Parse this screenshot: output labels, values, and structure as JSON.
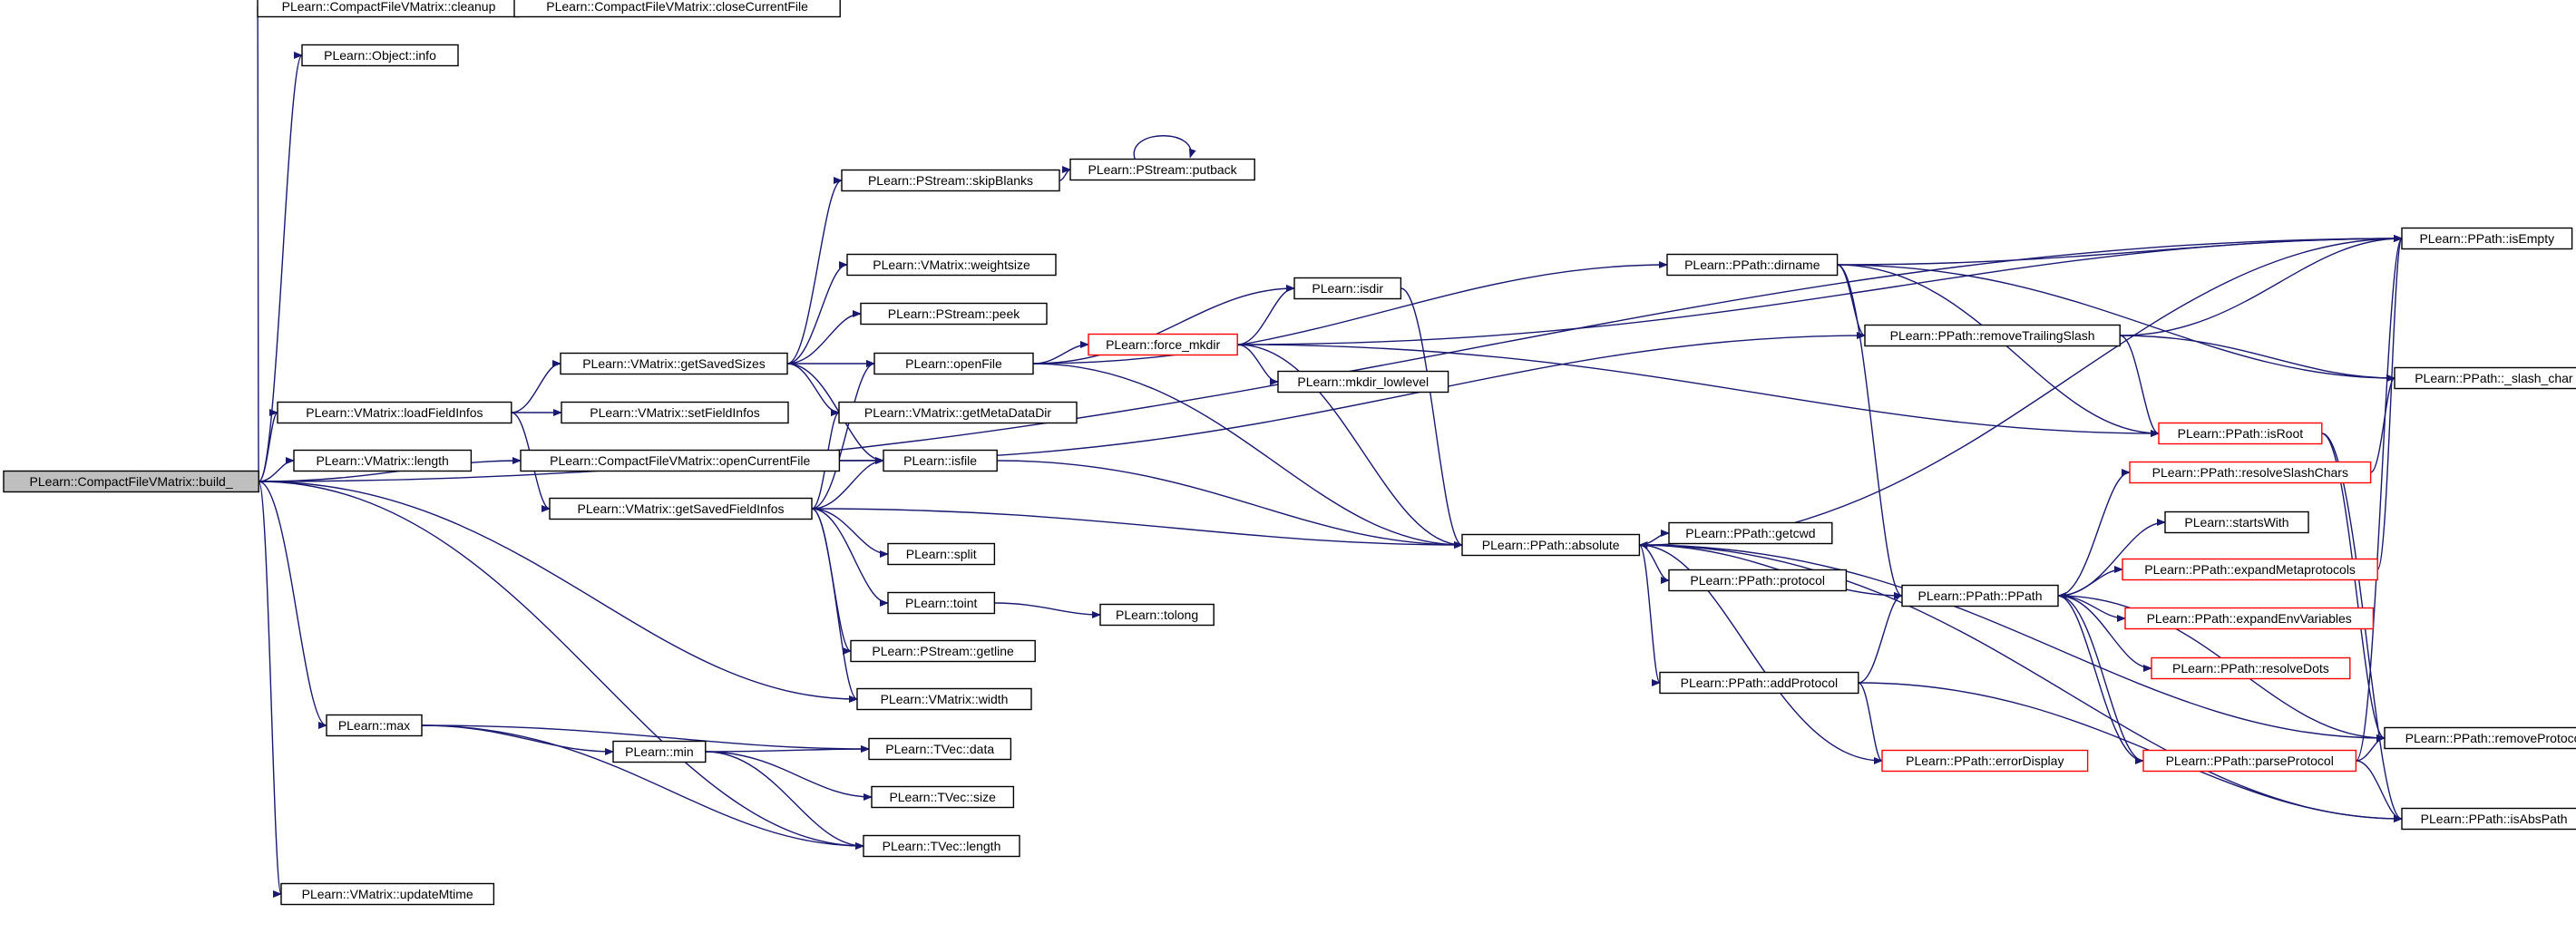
{
  "diagram": {
    "edge_color": "#191970",
    "highlight_color": "#ff0000",
    "root_fill": "#bfbfbf",
    "nodes": [
      {
        "id": "build",
        "label": "PLearn::CompactFileVMatrix::build_",
        "style": "root"
      },
      {
        "id": "cleanup",
        "label": "PLearn::CompactFileVMatrix::cleanup",
        "style": "normal"
      },
      {
        "id": "closecf",
        "label": "PLearn::CompactFileVMatrix::closeCurrentFile",
        "style": "normal"
      },
      {
        "id": "info",
        "label": "PLearn::Object::info",
        "style": "normal"
      },
      {
        "id": "skipblanks",
        "label": "PLearn::PStream::skipBlanks",
        "style": "normal"
      },
      {
        "id": "putback",
        "label": "PLearn::PStream::putback",
        "style": "normal"
      },
      {
        "id": "weightsize",
        "label": "PLearn::VMatrix::weightsize",
        "style": "normal"
      },
      {
        "id": "peek",
        "label": "PLearn::PStream::peek",
        "style": "normal"
      },
      {
        "id": "getsavedsizes",
        "label": "PLearn::VMatrix::getSavedSizes",
        "style": "normal"
      },
      {
        "id": "openfile",
        "label": "PLearn::openFile",
        "style": "normal"
      },
      {
        "id": "loadfieldinfos",
        "label": "PLearn::VMatrix::loadFieldInfos",
        "style": "normal"
      },
      {
        "id": "setfieldinfos",
        "label": "PLearn::VMatrix::setFieldInfos",
        "style": "normal"
      },
      {
        "id": "getmetadatadir",
        "label": "PLearn::VMatrix::getMetaDataDir",
        "style": "normal"
      },
      {
        "id": "length",
        "label": "PLearn::VMatrix::length",
        "style": "normal"
      },
      {
        "id": "opencf",
        "label": "PLearn::CompactFileVMatrix::openCurrentFile",
        "style": "normal"
      },
      {
        "id": "isfile",
        "label": "PLearn::isfile",
        "style": "normal"
      },
      {
        "id": "getsavedfieldinfos",
        "label": "PLearn::VMatrix::getSavedFieldInfos",
        "style": "normal"
      },
      {
        "id": "split",
        "label": "PLearn::split",
        "style": "normal"
      },
      {
        "id": "toint",
        "label": "PLearn::toint",
        "style": "normal"
      },
      {
        "id": "tolong",
        "label": "PLearn::tolong",
        "style": "normal"
      },
      {
        "id": "getline",
        "label": "PLearn::PStream::getline",
        "style": "normal"
      },
      {
        "id": "width",
        "label": "PLearn::VMatrix::width",
        "style": "normal"
      },
      {
        "id": "max",
        "label": "PLearn::max",
        "style": "normal"
      },
      {
        "id": "min",
        "label": "PLearn::min",
        "style": "normal"
      },
      {
        "id": "tvecdata",
        "label": "PLearn::TVec::data",
        "style": "normal"
      },
      {
        "id": "tvecsize",
        "label": "PLearn::TVec::size",
        "style": "normal"
      },
      {
        "id": "tveclength",
        "label": "PLearn::TVec::length",
        "style": "normal"
      },
      {
        "id": "updatemtime",
        "label": "PLearn::VMatrix::updateMtime",
        "style": "normal"
      },
      {
        "id": "isdir",
        "label": "PLearn::isdir",
        "style": "normal"
      },
      {
        "id": "forcemkdir",
        "label": "PLearn::force_mkdir",
        "style": "highlighted"
      },
      {
        "id": "mkdirlowlevel",
        "label": "PLearn::mkdir_lowlevel",
        "style": "normal"
      },
      {
        "id": "absolute",
        "label": "PLearn::PPath::absolute",
        "style": "normal"
      },
      {
        "id": "getcwd",
        "label": "PLearn::PPath::getcwd",
        "style": "normal"
      },
      {
        "id": "protocol",
        "label": "PLearn::PPath::protocol",
        "style": "normal"
      },
      {
        "id": "addprotocol",
        "label": "PLearn::PPath::addProtocol",
        "style": "normal"
      },
      {
        "id": "errordisplay",
        "label": "PLearn::PPath::errorDisplay",
        "style": "highlighted"
      },
      {
        "id": "dirname",
        "label": "PLearn::PPath::dirname",
        "style": "normal"
      },
      {
        "id": "removetrailingslash",
        "label": "PLearn::PPath::removeTrailingSlash",
        "style": "normal"
      },
      {
        "id": "ppath",
        "label": "PLearn::PPath::PPath",
        "style": "normal"
      },
      {
        "id": "isroot",
        "label": "PLearn::PPath::isRoot",
        "style": "highlighted"
      },
      {
        "id": "resolveslashchars",
        "label": "PLearn::PPath::resolveSlashChars",
        "style": "highlighted"
      },
      {
        "id": "startswith",
        "label": "PLearn::startsWith",
        "style": "normal"
      },
      {
        "id": "expandmetaprotocols",
        "label": "PLearn::PPath::expandMetaprotocols",
        "style": "highlighted"
      },
      {
        "id": "expandenvvariables",
        "label": "PLearn::PPath::expandEnvVariables",
        "style": "highlighted"
      },
      {
        "id": "resolvedots",
        "label": "PLearn::PPath::resolveDots",
        "style": "highlighted"
      },
      {
        "id": "parseprotocol",
        "label": "PLearn::PPath::parseProtocol",
        "style": "highlighted"
      },
      {
        "id": "isempty",
        "label": "PLearn::PPath::isEmpty",
        "style": "normal"
      },
      {
        "id": "slashchar",
        "label": "PLearn::PPath::_slash_char",
        "style": "normal"
      },
      {
        "id": "removeprotocol",
        "label": "PLearn::PPath::removeProtocol",
        "style": "normal"
      },
      {
        "id": "isabspath",
        "label": "PLearn::PPath::isAbsPath",
        "style": "normal"
      }
    ],
    "edges": [
      [
        "build",
        "cleanup"
      ],
      [
        "build",
        "info"
      ],
      [
        "build",
        "isempty"
      ],
      [
        "build",
        "loadfieldinfos"
      ],
      [
        "build",
        "length"
      ],
      [
        "build",
        "opencf"
      ],
      [
        "build",
        "width"
      ],
      [
        "build",
        "max"
      ],
      [
        "build",
        "tveclength"
      ],
      [
        "build",
        "updatemtime"
      ],
      [
        "cleanup",
        "closecf"
      ],
      [
        "loadfieldinfos",
        "getsavedsizes"
      ],
      [
        "loadfieldinfos",
        "setfieldinfos"
      ],
      [
        "loadfieldinfos",
        "getsavedfieldinfos"
      ],
      [
        "getsavedsizes",
        "skipblanks"
      ],
      [
        "getsavedsizes",
        "weightsize"
      ],
      [
        "getsavedsizes",
        "peek"
      ],
      [
        "getsavedsizes",
        "openfile"
      ],
      [
        "getsavedsizes",
        "getmetadatadir"
      ],
      [
        "getsavedsizes",
        "isfile"
      ],
      [
        "skipblanks",
        "putback"
      ],
      [
        "putback",
        "putback"
      ],
      [
        "opencf",
        "isfile"
      ],
      [
        "opencf",
        "removetrailingslash"
      ],
      [
        "getsavedfieldinfos",
        "openfile"
      ],
      [
        "getsavedfieldinfos",
        "getmetadatadir"
      ],
      [
        "getsavedfieldinfos",
        "isfile"
      ],
      [
        "getsavedfieldinfos",
        "absolute"
      ],
      [
        "getsavedfieldinfos",
        "split"
      ],
      [
        "getsavedfieldinfos",
        "toint"
      ],
      [
        "getsavedfieldinfos",
        "getline"
      ],
      [
        "getsavedfieldinfos",
        "width"
      ],
      [
        "toint",
        "tolong"
      ],
      [
        "openfile",
        "isdir"
      ],
      [
        "openfile",
        "forcemkdir"
      ],
      [
        "openfile",
        "absolute"
      ],
      [
        "openfile",
        "dirname"
      ],
      [
        "isfile",
        "absolute"
      ],
      [
        "isdir",
        "absolute"
      ],
      [
        "forcemkdir",
        "isdir"
      ],
      [
        "forcemkdir",
        "mkdirlowlevel"
      ],
      [
        "forcemkdir",
        "absolute"
      ],
      [
        "forcemkdir",
        "isempty"
      ],
      [
        "forcemkdir",
        "isroot"
      ],
      [
        "absolute",
        "getcwd"
      ],
      [
        "absolute",
        "protocol"
      ],
      [
        "absolute",
        "addprotocol"
      ],
      [
        "absolute",
        "ppath"
      ],
      [
        "absolute",
        "isempty"
      ],
      [
        "absolute",
        "removeprotocol"
      ],
      [
        "absolute",
        "isabspath"
      ],
      [
        "addprotocol",
        "ppath"
      ],
      [
        "addprotocol",
        "errordisplay"
      ],
      [
        "addprotocol",
        "isabspath"
      ],
      [
        "errordisplay",
        "absolute"
      ],
      [
        "dirname",
        "isempty"
      ],
      [
        "dirname",
        "removetrailingslash"
      ],
      [
        "dirname",
        "slashchar"
      ],
      [
        "dirname",
        "ppath"
      ],
      [
        "dirname",
        "isroot"
      ],
      [
        "removetrailingslash",
        "isempty"
      ],
      [
        "removetrailingslash",
        "slashchar"
      ],
      [
        "removetrailingslash",
        "isroot"
      ],
      [
        "ppath",
        "resolveslashchars"
      ],
      [
        "ppath",
        "startswith"
      ],
      [
        "ppath",
        "expandmetaprotocols"
      ],
      [
        "ppath",
        "expandenvvariables"
      ],
      [
        "ppath",
        "resolvedots"
      ],
      [
        "ppath",
        "parseprotocol"
      ],
      [
        "ppath",
        "removeprotocol"
      ],
      [
        "isroot",
        "removeprotocol"
      ],
      [
        "isroot",
        "isabspath"
      ],
      [
        "resolveslashchars",
        "slashchar"
      ],
      [
        "expandmetaprotocols",
        "isempty"
      ],
      [
        "parseprotocol",
        "ppath"
      ],
      [
        "parseprotocol",
        "isempty"
      ],
      [
        "parseprotocol",
        "removeprotocol"
      ],
      [
        "parseprotocol",
        "isabspath"
      ],
      [
        "max",
        "min"
      ],
      [
        "max",
        "tvecdata"
      ],
      [
        "max",
        "tveclength"
      ],
      [
        "min",
        "tvecdata"
      ],
      [
        "min",
        "tvecsize"
      ],
      [
        "min",
        "tveclength"
      ]
    ]
  }
}
